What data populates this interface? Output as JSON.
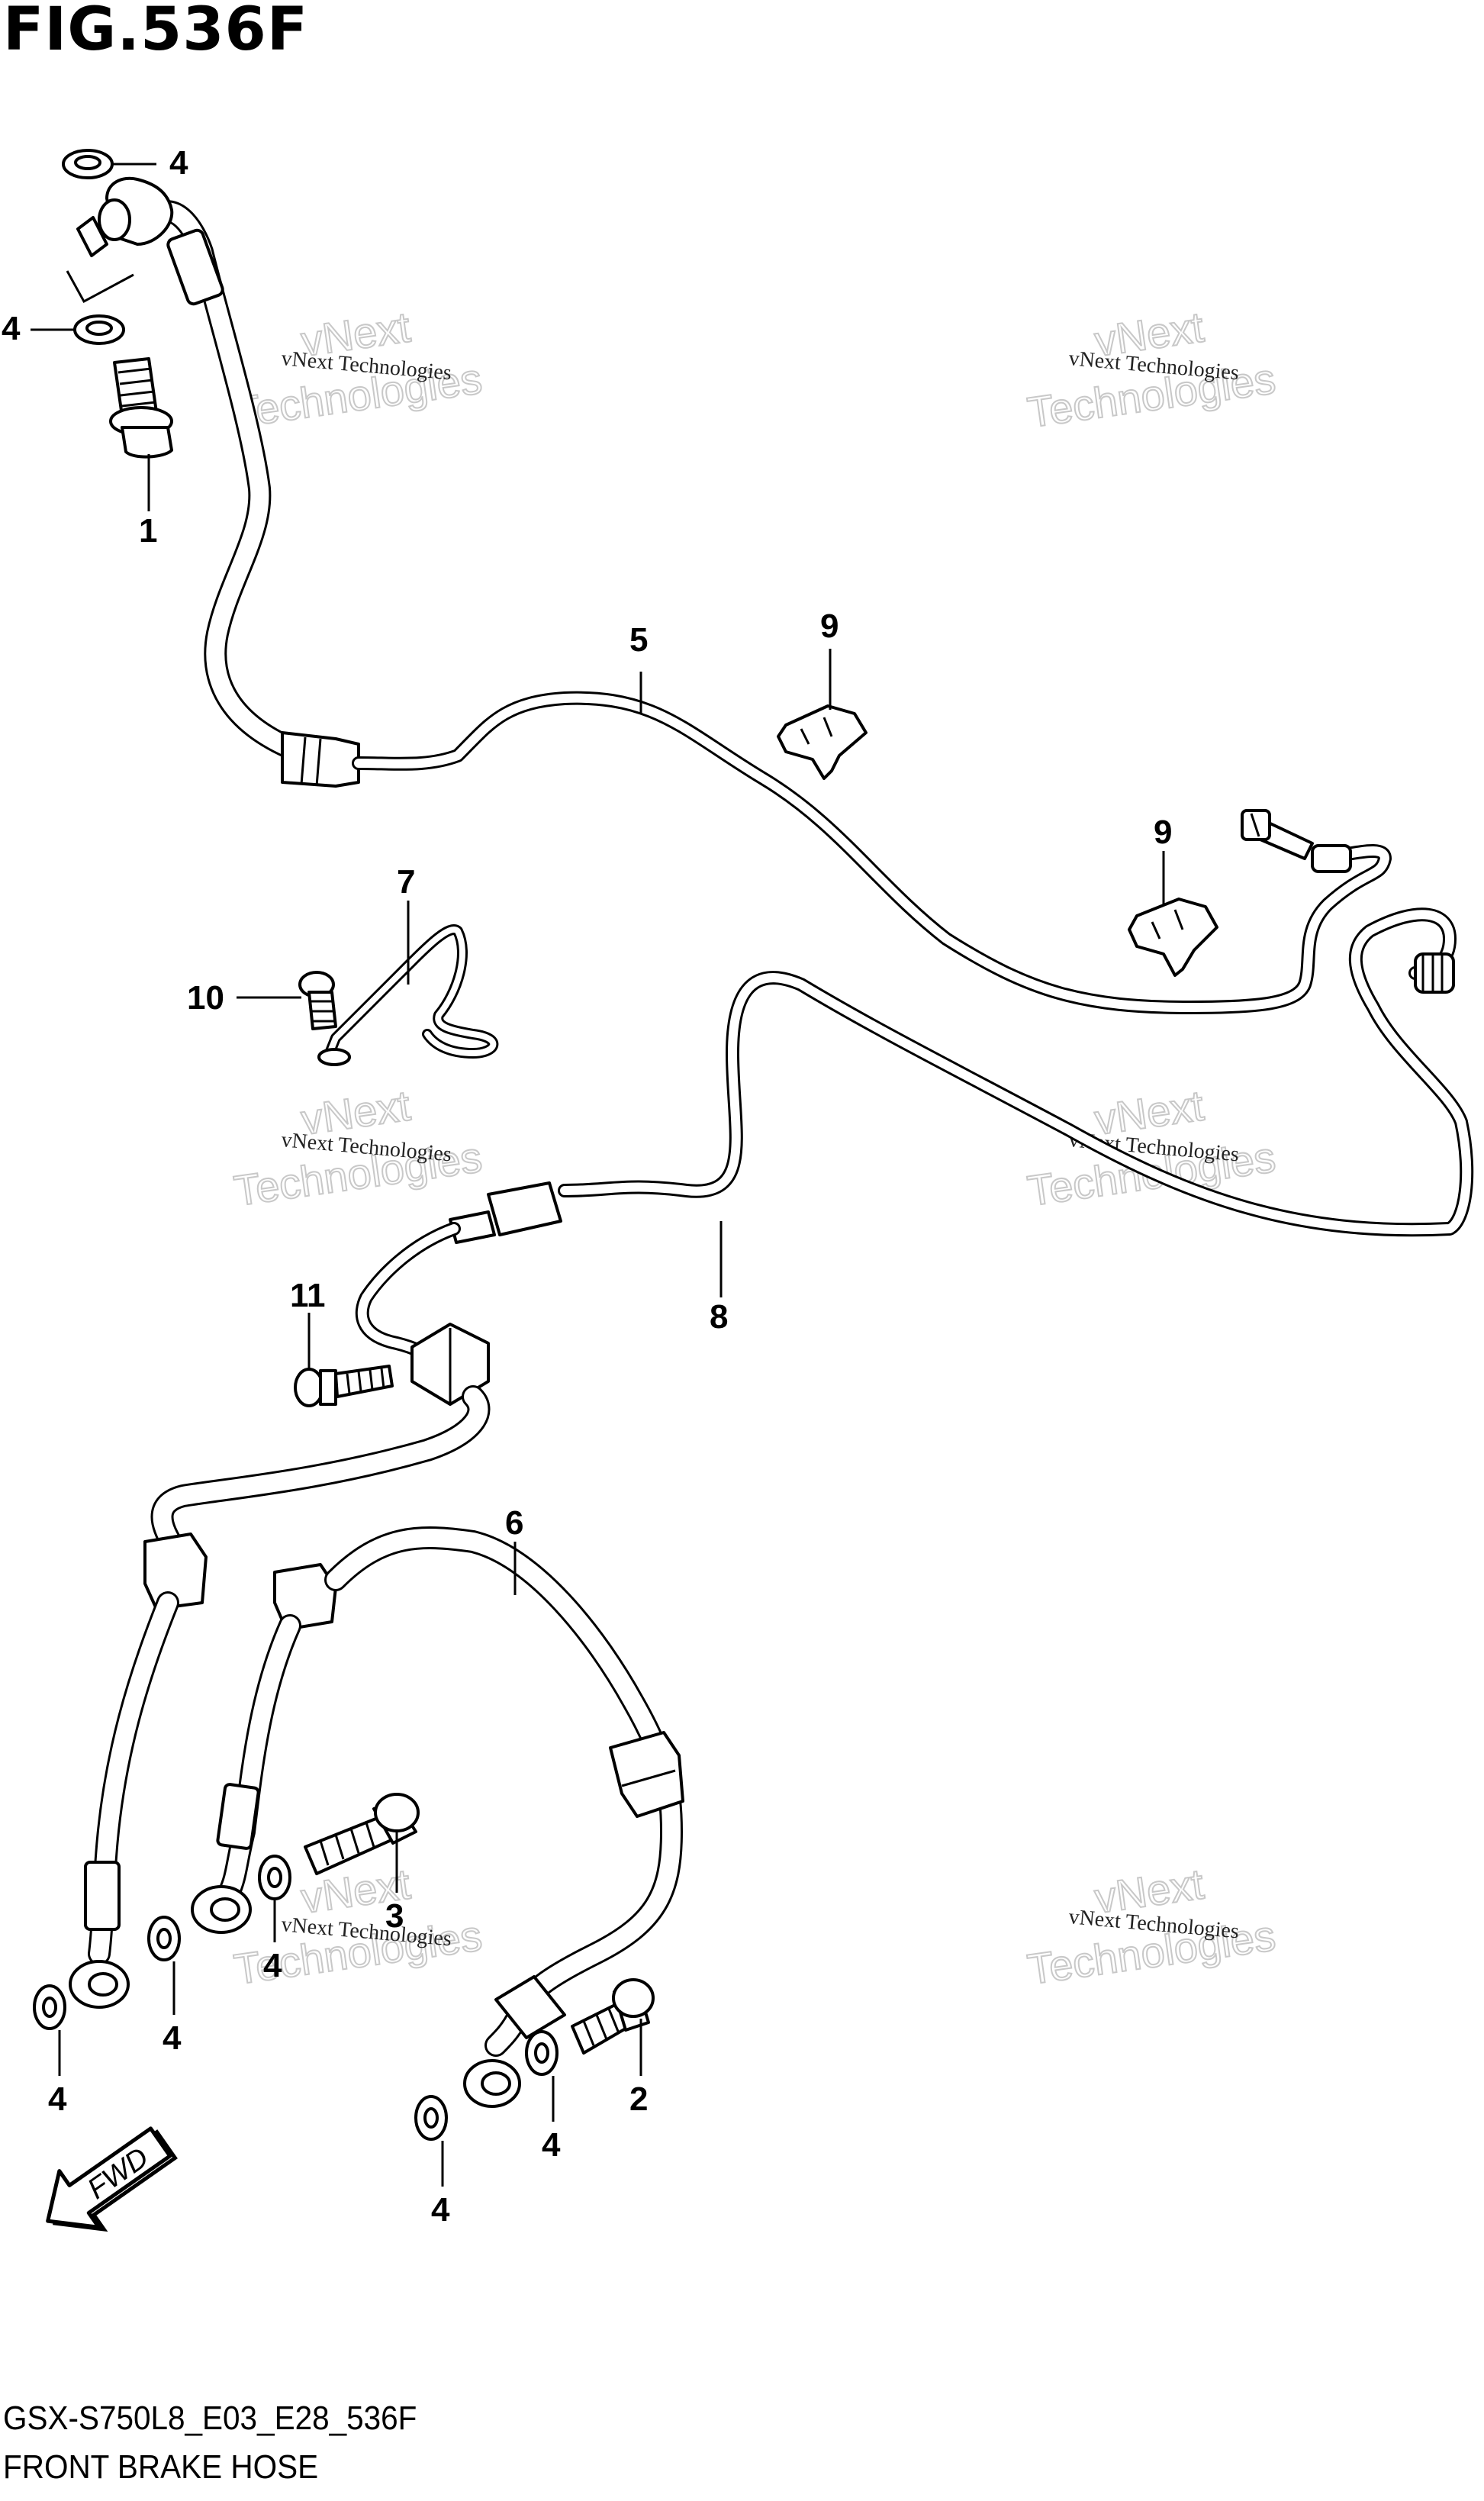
{
  "figure": {
    "title": "FIG.536F",
    "code": "GSX-S750L8_E03_E28_536F",
    "name": "FRONT BRAKE HOSE"
  },
  "watermark": {
    "small": "vNext Technologies",
    "big_line1": "vNext",
    "big_line2": "Technologies"
  },
  "callouts": [
    "4",
    "4",
    "1",
    "5",
    "9",
    "9",
    "7",
    "10",
    "8",
    "11",
    "6",
    "3",
    "4",
    "4",
    "4",
    "2",
    "4",
    "4"
  ],
  "direction_arrow": {
    "label": "FWD",
    "icon": "fwd-arrow-icon"
  }
}
